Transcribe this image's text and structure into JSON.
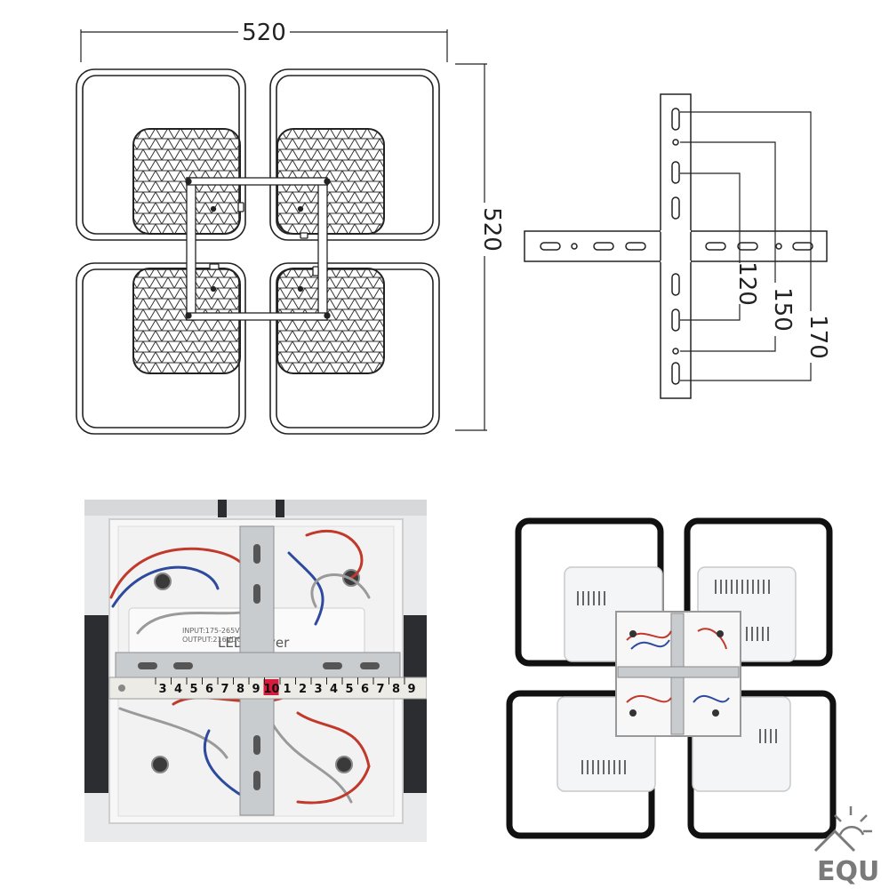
{
  "drawing": {
    "width_dimension": "520",
    "height_dimension": "520",
    "bracket_dimensions": [
      "120",
      "150",
      "170"
    ]
  },
  "photo": {
    "ruler_digits": [
      "3",
      "4",
      "5",
      "6",
      "7",
      "8",
      "9",
      "10",
      "1",
      "2",
      "3",
      "4",
      "5",
      "6",
      "7",
      "8",
      "9"
    ],
    "ruler_highlight": "10",
    "driver_label": "LED Driver",
    "driver_text_lines": [
      "INPUT:175-265V",
      "OUTPUT:216VDC"
    ]
  },
  "colors": {
    "line": "#222222",
    "frame_black": "#111111",
    "wire_red": "#c0392b",
    "wire_blue": "#2e4a9e",
    "ruler_highlight_bg": "#d81b3c",
    "metal": "#c9ccce"
  },
  "logo": {
    "text": "EQU"
  }
}
